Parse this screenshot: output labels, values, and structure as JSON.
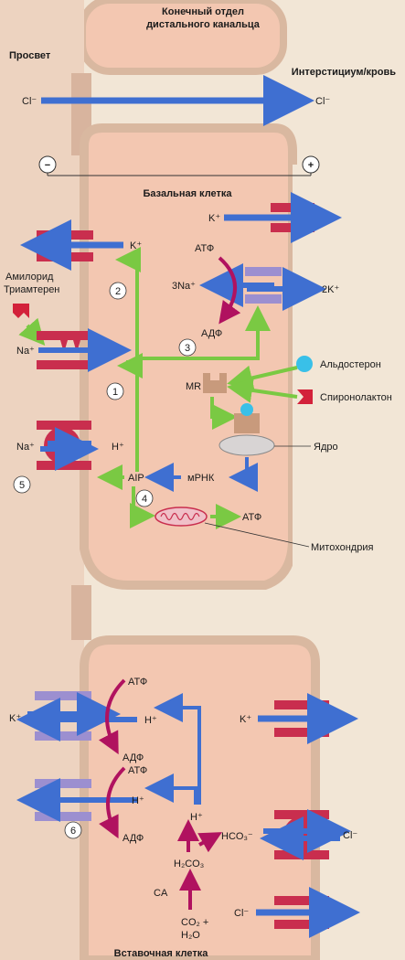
{
  "labels": {
    "title_line1": "Конечный отдел",
    "title_line2": "дистального канальца",
    "lumen": "Просвет",
    "interstitium": "Интерстициум/кровь",
    "cl_left": "Cl⁻",
    "cl_right": "Cl⁻",
    "minus": "−",
    "plus": "+",
    "basal_cell": "Базальная клетка",
    "k_basal": "K⁺",
    "k_apical": "K⁺",
    "atf1": "АТФ",
    "na3": "3Na⁺",
    "k2": "2K⁺",
    "adf1": "АДФ",
    "amiloride1": "Амилорид",
    "amiloride2": "Триамтерен",
    "na_enac": "Na⁺",
    "aldosterone": "Альдостерон",
    "mr": "MR",
    "spironolactone": "Спиронолактон",
    "nucleus": "Ядро",
    "na_nhe": "Na⁺",
    "h_nhe": "H⁺",
    "aip": "AIP",
    "mrna": "мРНК",
    "atf_mito": "АТФ",
    "mitochondria": "Митохондрия",
    "n1": "1",
    "n2": "2",
    "n3": "3",
    "n4": "4",
    "n5": "5",
    "n6": "6",
    "atf_ic1": "АТФ",
    "k_ic_left": "K⁺",
    "h_ic1": "H⁺",
    "adf_ic1": "АДФ",
    "atf_ic2": "АТФ",
    "h_ic2": "H⁺",
    "adf_ic2": "АДФ",
    "k_ic_right": "K⁺",
    "h_ic3": "H⁺",
    "hco3": "HCO₃⁻",
    "cl_ic_ae": "Cl⁻",
    "h2co3": "H₂CO₃",
    "ca": "CA",
    "co2": "CO₂ +",
    "h2o": "H₂O",
    "cl_ic_bottom": "Cl⁻",
    "intercalated": "Вставочная клетка"
  },
  "colors": {
    "background": "#f2e6d6",
    "cell": "#f3c7b1",
    "membrane": "#d9b8a0",
    "transporter_red": "#c92e4e",
    "transporter_purple": "#9c8fd0",
    "arrow_blue": "#3f6fd1",
    "arrow_green": "#7ac943",
    "arrow_magenta": "#b0125f",
    "aldosterone": "#39c0e8",
    "spironolactone": "#d3213a",
    "mr_receptor": "#c89a7c"
  },
  "icons": [
    "aldosterone-icon",
    "spironolactone-icon",
    "amiloride-icon",
    "mr-receptor-icon",
    "nucleus-icon",
    "mitochondria-icon"
  ]
}
